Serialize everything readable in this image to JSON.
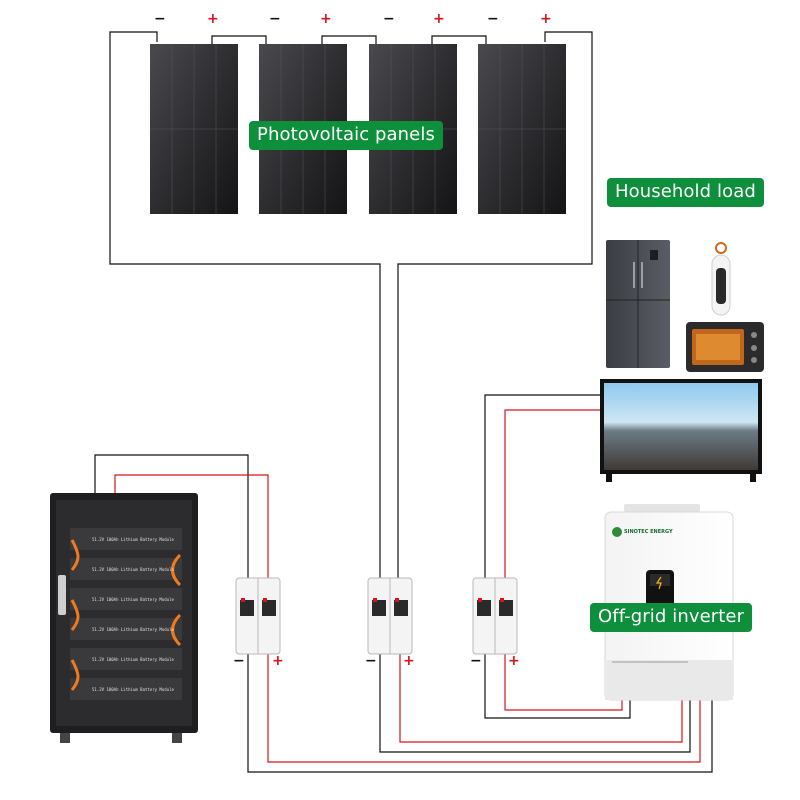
{
  "labels": {
    "pv": "Photovoltaic panels",
    "load": "Household load",
    "inverter": "Off-grid inverter"
  },
  "polarity": {
    "minus": "−",
    "plus": "+"
  },
  "inverter_brand": "SINOTEC ENERGY",
  "battery_module_text": "51.2V 100Ah  Lithium Battery Module",
  "colors": {
    "label_bg": "#0e8f3c",
    "wire_negative": "#111111",
    "wire_positive": "#d6141a",
    "battery_accent": "#f07a1d"
  }
}
